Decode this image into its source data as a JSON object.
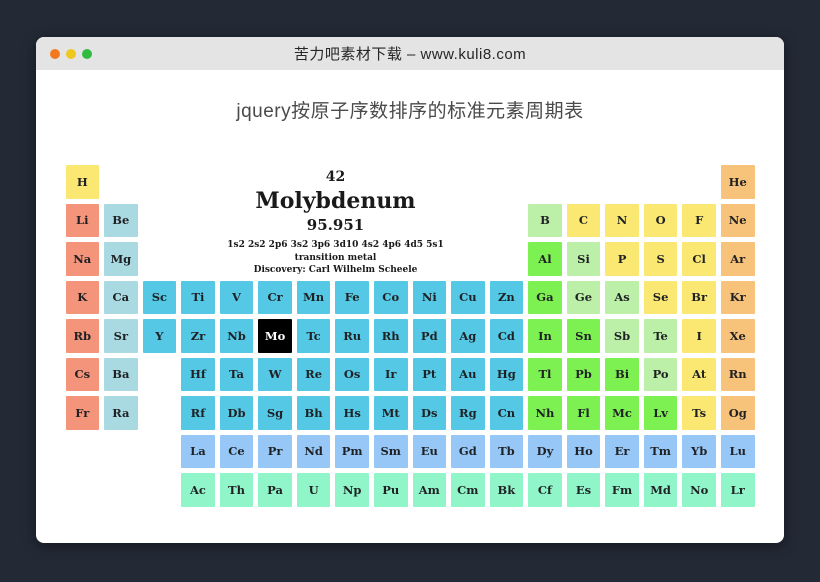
{
  "window": {
    "title": "苦力吧素材下载 – www.kuli8.com",
    "traffic_lights": {
      "close": "#F2791D",
      "minimize": "#EFC71F",
      "maximize": "#33BA41"
    }
  },
  "page": {
    "heading": "jquery按原子序数排序的标准元素周期表",
    "canvas_background": "#232A36",
    "panel_background": "#FFFFFF",
    "titlebar_background": "#E4E4E4"
  },
  "element_details": {
    "atomic_number": "42",
    "name": "Molybdenum",
    "atomic_mass": "95.951",
    "electron_configuration": "1s2 2s2 2p6 3s2 3p6 3d10 4s2 4p6 4d5 5s1",
    "category": "transition metal",
    "discovery": "Discovery: Carl Wilhelm Scheele"
  },
  "table": {
    "category_colors": {
      "alkali-metal": "#F4947B",
      "alkaline-earth-metal": "#A9DAE2",
      "transition-metal": "#54C8E4",
      "post-transition-metal": "#7EF152",
      "metalloid": "#BCEFA7",
      "nonmetal": "#FAE873",
      "noble-gas": "#F7C279",
      "lanthanide": "#97C7F7",
      "actinide": "#90F6C9"
    },
    "selected_tile": {
      "background": "#000000",
      "text": "#FFFFFF",
      "symbol": "Mo"
    },
    "elements": [
      {
        "s": "H",
        "r": 1,
        "c": 1,
        "k": "nonmetal"
      },
      {
        "s": "He",
        "r": 1,
        "c": 18,
        "k": "noble-gas"
      },
      {
        "s": "Li",
        "r": 2,
        "c": 1,
        "k": "alkali-metal"
      },
      {
        "s": "Be",
        "r": 2,
        "c": 2,
        "k": "alkaline-earth-metal"
      },
      {
        "s": "B",
        "r": 2,
        "c": 13,
        "k": "metalloid"
      },
      {
        "s": "C",
        "r": 2,
        "c": 14,
        "k": "nonmetal"
      },
      {
        "s": "N",
        "r": 2,
        "c": 15,
        "k": "nonmetal"
      },
      {
        "s": "O",
        "r": 2,
        "c": 16,
        "k": "nonmetal"
      },
      {
        "s": "F",
        "r": 2,
        "c": 17,
        "k": "nonmetal"
      },
      {
        "s": "Ne",
        "r": 2,
        "c": 18,
        "k": "noble-gas"
      },
      {
        "s": "Na",
        "r": 3,
        "c": 1,
        "k": "alkali-metal"
      },
      {
        "s": "Mg",
        "r": 3,
        "c": 2,
        "k": "alkaline-earth-metal"
      },
      {
        "s": "Al",
        "r": 3,
        "c": 13,
        "k": "post-transition-metal"
      },
      {
        "s": "Si",
        "r": 3,
        "c": 14,
        "k": "metalloid"
      },
      {
        "s": "P",
        "r": 3,
        "c": 15,
        "k": "nonmetal"
      },
      {
        "s": "S",
        "r": 3,
        "c": 16,
        "k": "nonmetal"
      },
      {
        "s": "Cl",
        "r": 3,
        "c": 17,
        "k": "nonmetal"
      },
      {
        "s": "Ar",
        "r": 3,
        "c": 18,
        "k": "noble-gas"
      },
      {
        "s": "K",
        "r": 4,
        "c": 1,
        "k": "alkali-metal"
      },
      {
        "s": "Ca",
        "r": 4,
        "c": 2,
        "k": "alkaline-earth-metal"
      },
      {
        "s": "Sc",
        "r": 4,
        "c": 3,
        "k": "transition-metal"
      },
      {
        "s": "Ti",
        "r": 4,
        "c": 4,
        "k": "transition-metal"
      },
      {
        "s": "V",
        "r": 4,
        "c": 5,
        "k": "transition-metal"
      },
      {
        "s": "Cr",
        "r": 4,
        "c": 6,
        "k": "transition-metal"
      },
      {
        "s": "Mn",
        "r": 4,
        "c": 7,
        "k": "transition-metal"
      },
      {
        "s": "Fe",
        "r": 4,
        "c": 8,
        "k": "transition-metal"
      },
      {
        "s": "Co",
        "r": 4,
        "c": 9,
        "k": "transition-metal"
      },
      {
        "s": "Ni",
        "r": 4,
        "c": 10,
        "k": "transition-metal"
      },
      {
        "s": "Cu",
        "r": 4,
        "c": 11,
        "k": "transition-metal"
      },
      {
        "s": "Zn",
        "r": 4,
        "c": 12,
        "k": "transition-metal"
      },
      {
        "s": "Ga",
        "r": 4,
        "c": 13,
        "k": "post-transition-metal"
      },
      {
        "s": "Ge",
        "r": 4,
        "c": 14,
        "k": "metalloid"
      },
      {
        "s": "As",
        "r": 4,
        "c": 15,
        "k": "metalloid"
      },
      {
        "s": "Se",
        "r": 4,
        "c": 16,
        "k": "nonmetal"
      },
      {
        "s": "Br",
        "r": 4,
        "c": 17,
        "k": "nonmetal"
      },
      {
        "s": "Kr",
        "r": 4,
        "c": 18,
        "k": "noble-gas"
      },
      {
        "s": "Rb",
        "r": 5,
        "c": 1,
        "k": "alkali-metal"
      },
      {
        "s": "Sr",
        "r": 5,
        "c": 2,
        "k": "alkaline-earth-metal"
      },
      {
        "s": "Y",
        "r": 5,
        "c": 3,
        "k": "transition-metal"
      },
      {
        "s": "Zr",
        "r": 5,
        "c": 4,
        "k": "transition-metal"
      },
      {
        "s": "Nb",
        "r": 5,
        "c": 5,
        "k": "transition-metal"
      },
      {
        "s": "Mo",
        "r": 5,
        "c": 6,
        "k": "transition-metal",
        "selected": true
      },
      {
        "s": "Tc",
        "r": 5,
        "c": 7,
        "k": "transition-metal"
      },
      {
        "s": "Ru",
        "r": 5,
        "c": 8,
        "k": "transition-metal"
      },
      {
        "s": "Rh",
        "r": 5,
        "c": 9,
        "k": "transition-metal"
      },
      {
        "s": "Pd",
        "r": 5,
        "c": 10,
        "k": "transition-metal"
      },
      {
        "s": "Ag",
        "r": 5,
        "c": 11,
        "k": "transition-metal"
      },
      {
        "s": "Cd",
        "r": 5,
        "c": 12,
        "k": "transition-metal"
      },
      {
        "s": "In",
        "r": 5,
        "c": 13,
        "k": "post-transition-metal"
      },
      {
        "s": "Sn",
        "r": 5,
        "c": 14,
        "k": "post-transition-metal"
      },
      {
        "s": "Sb",
        "r": 5,
        "c": 15,
        "k": "metalloid"
      },
      {
        "s": "Te",
        "r": 5,
        "c": 16,
        "k": "metalloid"
      },
      {
        "s": "I",
        "r": 5,
        "c": 17,
        "k": "nonmetal"
      },
      {
        "s": "Xe",
        "r": 5,
        "c": 18,
        "k": "noble-gas"
      },
      {
        "s": "Cs",
        "r": 6,
        "c": 1,
        "k": "alkali-metal"
      },
      {
        "s": "Ba",
        "r": 6,
        "c": 2,
        "k": "alkaline-earth-metal"
      },
      {
        "s": "Hf",
        "r": 6,
        "c": 4,
        "k": "transition-metal"
      },
      {
        "s": "Ta",
        "r": 6,
        "c": 5,
        "k": "transition-metal"
      },
      {
        "s": "W",
        "r": 6,
        "c": 6,
        "k": "transition-metal"
      },
      {
        "s": "Re",
        "r": 6,
        "c": 7,
        "k": "transition-metal"
      },
      {
        "s": "Os",
        "r": 6,
        "c": 8,
        "k": "transition-metal"
      },
      {
        "s": "Ir",
        "r": 6,
        "c": 9,
        "k": "transition-metal"
      },
      {
        "s": "Pt",
        "r": 6,
        "c": 10,
        "k": "transition-metal"
      },
      {
        "s": "Au",
        "r": 6,
        "c": 11,
        "k": "transition-metal"
      },
      {
        "s": "Hg",
        "r": 6,
        "c": 12,
        "k": "transition-metal"
      },
      {
        "s": "Tl",
        "r": 6,
        "c": 13,
        "k": "post-transition-metal"
      },
      {
        "s": "Pb",
        "r": 6,
        "c": 14,
        "k": "post-transition-metal"
      },
      {
        "s": "Bi",
        "r": 6,
        "c": 15,
        "k": "post-transition-metal"
      },
      {
        "s": "Po",
        "r": 6,
        "c": 16,
        "k": "metalloid"
      },
      {
        "s": "At",
        "r": 6,
        "c": 17,
        "k": "nonmetal"
      },
      {
        "s": "Rn",
        "r": 6,
        "c": 18,
        "k": "noble-gas"
      },
      {
        "s": "Fr",
        "r": 7,
        "c": 1,
        "k": "alkali-metal"
      },
      {
        "s": "Ra",
        "r": 7,
        "c": 2,
        "k": "alkaline-earth-metal"
      },
      {
        "s": "Rf",
        "r": 7,
        "c": 4,
        "k": "transition-metal"
      },
      {
        "s": "Db",
        "r": 7,
        "c": 5,
        "k": "transition-metal"
      },
      {
        "s": "Sg",
        "r": 7,
        "c": 6,
        "k": "transition-metal"
      },
      {
        "s": "Bh",
        "r": 7,
        "c": 7,
        "k": "transition-metal"
      },
      {
        "s": "Hs",
        "r": 7,
        "c": 8,
        "k": "transition-metal"
      },
      {
        "s": "Mt",
        "r": 7,
        "c": 9,
        "k": "transition-metal"
      },
      {
        "s": "Ds",
        "r": 7,
        "c": 10,
        "k": "transition-metal"
      },
      {
        "s": "Rg",
        "r": 7,
        "c": 11,
        "k": "transition-metal"
      },
      {
        "s": "Cn",
        "r": 7,
        "c": 12,
        "k": "transition-metal"
      },
      {
        "s": "Nh",
        "r": 7,
        "c": 13,
        "k": "post-transition-metal"
      },
      {
        "s": "Fl",
        "r": 7,
        "c": 14,
        "k": "post-transition-metal"
      },
      {
        "s": "Mc",
        "r": 7,
        "c": 15,
        "k": "post-transition-metal"
      },
      {
        "s": "Lv",
        "r": 7,
        "c": 16,
        "k": "post-transition-metal"
      },
      {
        "s": "Ts",
        "r": 7,
        "c": 17,
        "k": "nonmetal"
      },
      {
        "s": "Og",
        "r": 7,
        "c": 18,
        "k": "noble-gas"
      },
      {
        "s": "La",
        "r": 8,
        "c": 4,
        "k": "lanthanide"
      },
      {
        "s": "Ce",
        "r": 8,
        "c": 5,
        "k": "lanthanide"
      },
      {
        "s": "Pr",
        "r": 8,
        "c": 6,
        "k": "lanthanide"
      },
      {
        "s": "Nd",
        "r": 8,
        "c": 7,
        "k": "lanthanide"
      },
      {
        "s": "Pm",
        "r": 8,
        "c": 8,
        "k": "lanthanide"
      },
      {
        "s": "Sm",
        "r": 8,
        "c": 9,
        "k": "lanthanide"
      },
      {
        "s": "Eu",
        "r": 8,
        "c": 10,
        "k": "lanthanide"
      },
      {
        "s": "Gd",
        "r": 8,
        "c": 11,
        "k": "lanthanide"
      },
      {
        "s": "Tb",
        "r": 8,
        "c": 12,
        "k": "lanthanide"
      },
      {
        "s": "Dy",
        "r": 8,
        "c": 13,
        "k": "lanthanide"
      },
      {
        "s": "Ho",
        "r": 8,
        "c": 14,
        "k": "lanthanide"
      },
      {
        "s": "Er",
        "r": 8,
        "c": 15,
        "k": "lanthanide"
      },
      {
        "s": "Tm",
        "r": 8,
        "c": 16,
        "k": "lanthanide"
      },
      {
        "s": "Yb",
        "r": 8,
        "c": 17,
        "k": "lanthanide"
      },
      {
        "s": "Lu",
        "r": 8,
        "c": 18,
        "k": "lanthanide"
      },
      {
        "s": "Ac",
        "r": 9,
        "c": 4,
        "k": "actinide"
      },
      {
        "s": "Th",
        "r": 9,
        "c": 5,
        "k": "actinide"
      },
      {
        "s": "Pa",
        "r": 9,
        "c": 6,
        "k": "actinide"
      },
      {
        "s": "U",
        "r": 9,
        "c": 7,
        "k": "actinide"
      },
      {
        "s": "Np",
        "r": 9,
        "c": 8,
        "k": "actinide"
      },
      {
        "s": "Pu",
        "r": 9,
        "c": 9,
        "k": "actinide"
      },
      {
        "s": "Am",
        "r": 9,
        "c": 10,
        "k": "actinide"
      },
      {
        "s": "Cm",
        "r": 9,
        "c": 11,
        "k": "actinide"
      },
      {
        "s": "Bk",
        "r": 9,
        "c": 12,
        "k": "actinide"
      },
      {
        "s": "Cf",
        "r": 9,
        "c": 13,
        "k": "actinide"
      },
      {
        "s": "Es",
        "r": 9,
        "c": 14,
        "k": "actinide"
      },
      {
        "s": "Fm",
        "r": 9,
        "c": 15,
        "k": "actinide"
      },
      {
        "s": "Md",
        "r": 9,
        "c": 16,
        "k": "actinide"
      },
      {
        "s": "No",
        "r": 9,
        "c": 17,
        "k": "actinide"
      },
      {
        "s": "Lr",
        "r": 9,
        "c": 18,
        "k": "actinide"
      }
    ]
  }
}
